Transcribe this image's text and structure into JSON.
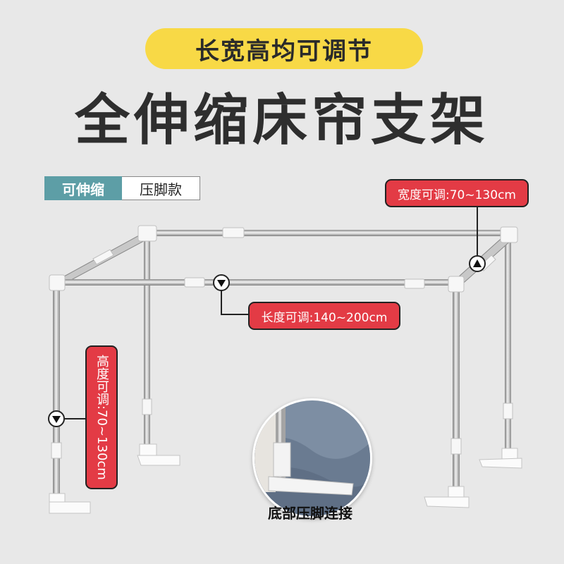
{
  "header": {
    "badge_text": "长宽高均可调节",
    "title": "全伸缩床帘支架"
  },
  "tabs": [
    {
      "label": "可伸缩",
      "active": true
    },
    {
      "label": "压脚款",
      "active": false
    }
  ],
  "dimensions": {
    "width_label": "宽度可调:70~130cm",
    "length_label": "长度可调:140~200cm",
    "height_label": "高度可调:70~130cm"
  },
  "detail_photo": {
    "caption": "底部压脚连接"
  },
  "colors": {
    "badge_yellow": "#f8d946",
    "tab_teal": "#5d9ea6",
    "tag_red": "#e33b45",
    "background": "#e8e8e8"
  },
  "icons": [
    "arrow-up-icon",
    "arrow-down-icon"
  ]
}
